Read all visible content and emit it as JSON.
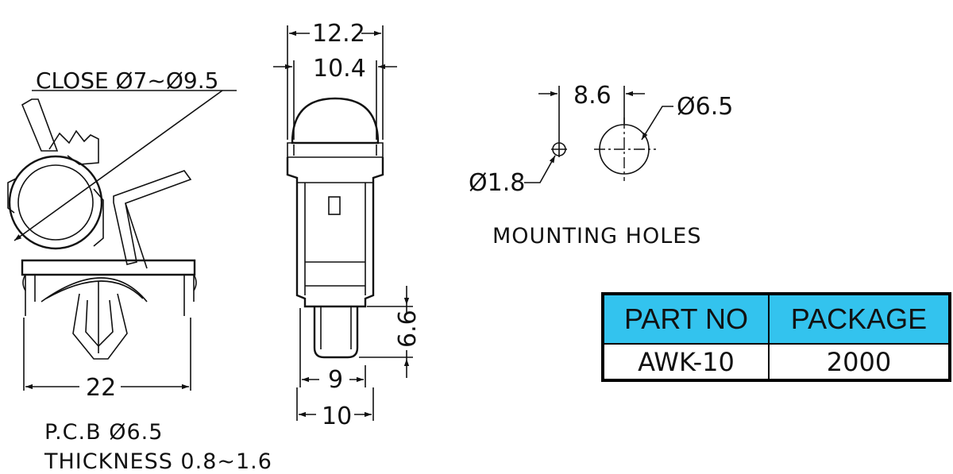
{
  "clip_side": {
    "close_label": "CLOSE Ø7~Ø9.5",
    "width_dim": "22",
    "pcb_label": "P.C.B  Ø6.5",
    "thickness_label": "THICKNESS  0.8~1.6"
  },
  "clip_front": {
    "top_width_dim": "12.2",
    "head_width_dim": "10.4",
    "pin_length_dim": "6.6",
    "pin_width_dim": "9",
    "base_width_dim": "10"
  },
  "mounting_holes": {
    "spacing_dim": "8.6",
    "large_hole_dim": "Ø6.5",
    "small_hole_dim": "Ø1.8",
    "title": "MOUNTING HOLES"
  },
  "parts_table": {
    "headers": [
      "PART NO",
      "PACKAGE"
    ],
    "rows": [
      [
        "AWK-10",
        "2000"
      ]
    ],
    "header_color": "#33c3ee"
  }
}
